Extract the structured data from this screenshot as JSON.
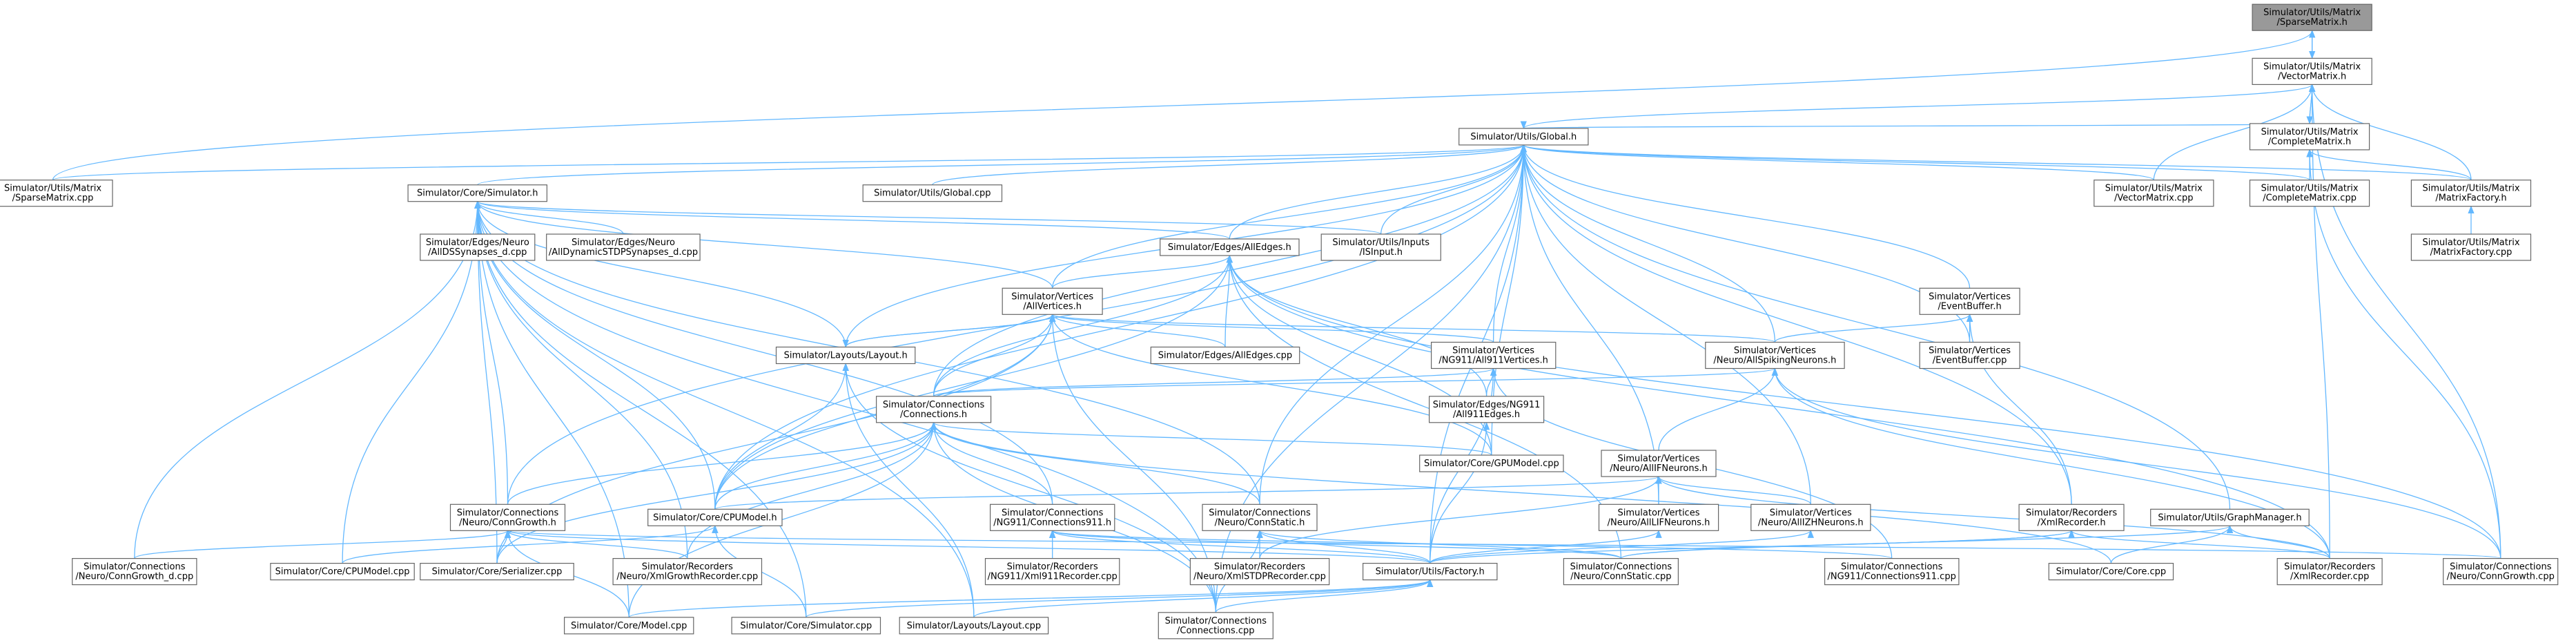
{
  "colors": {
    "edge": "#63b8ff",
    "node_border": "#666666",
    "node_border_incomplete": "#ff0000",
    "node_fill": "#ffffff",
    "focus_fill": "#999999"
  },
  "graph": {
    "nodes": [
      {
        "id": "sparse_h",
        "lines": [
          "Simulator/Utils/Matrix",
          "/SparseMatrix.h"
        ],
        "style": "focus"
      },
      {
        "id": "vector_h",
        "lines": [
          "Simulator/Utils/Matrix",
          "/VectorMatrix.h"
        ],
        "style": "normal"
      },
      {
        "id": "global_h",
        "lines": [
          "Simulator/Utils/Global.h"
        ],
        "style": "normal"
      },
      {
        "id": "sparse_cpp",
        "lines": [
          "Simulator/Utils/Matrix",
          "/SparseMatrix.cpp"
        ],
        "style": "normal"
      },
      {
        "id": "complete_h",
        "lines": [
          "Simulator/Utils/Matrix",
          "/CompleteMatrix.h"
        ],
        "style": "normal"
      },
      {
        "id": "sim_h",
        "lines": [
          "Simulator/Core/Simulator.h"
        ],
        "style": "normal"
      },
      {
        "id": "global_cpp",
        "lines": [
          "Simulator/Utils/Global.cpp"
        ],
        "style": "normal"
      },
      {
        "id": "vector_cpp",
        "lines": [
          "Simulator/Utils/Matrix",
          "/VectorMatrix.cpp"
        ],
        "style": "normal"
      },
      {
        "id": "complete_cpp",
        "lines": [
          "Simulator/Utils/Matrix",
          "/CompleteMatrix.cpp"
        ],
        "style": "normal"
      },
      {
        "id": "mfactory_h",
        "lines": [
          "Simulator/Utils/Matrix",
          "/MatrixFactory.h"
        ],
        "style": "normal"
      },
      {
        "id": "mfactory_cpp",
        "lines": [
          "Simulator/Utils/Matrix",
          "/MatrixFactory.cpp"
        ],
        "style": "normal"
      },
      {
        "id": "allds_cpp",
        "lines": [
          "Simulator/Edges/Neuro",
          "/AllDSSynapses_d.cpp"
        ],
        "style": "normal"
      },
      {
        "id": "alldyn_cpp",
        "lines": [
          "Simulator/Edges/Neuro",
          "/AllDynamicSTDPSynapses_d.cpp"
        ],
        "style": "normal"
      },
      {
        "id": "alledges_h",
        "lines": [
          "Simulator/Edges/AllEdges.h"
        ],
        "style": "incomplete"
      },
      {
        "id": "isinput_h",
        "lines": [
          "Simulator/Utils/Inputs",
          "/ISInput.h"
        ],
        "style": "incomplete"
      },
      {
        "id": "eventbuf_h",
        "lines": [
          "Simulator/Vertices",
          "/EventBuffer.h"
        ],
        "style": "normal"
      },
      {
        "id": "allvert_h",
        "lines": [
          "Simulator/Vertices",
          "/AllVertices.h"
        ],
        "style": "incomplete"
      },
      {
        "id": "layout_h",
        "lines": [
          "Simulator/Layouts/Layout.h"
        ],
        "style": "incomplete"
      },
      {
        "id": "alledges_cpp",
        "lines": [
          "Simulator/Edges/AllEdges.cpp"
        ],
        "style": "normal"
      },
      {
        "id": "all911v_h",
        "lines": [
          "Simulator/Vertices",
          "/NG911/All911Vertices.h"
        ],
        "style": "incomplete"
      },
      {
        "id": "allspike_h",
        "lines": [
          "Simulator/Vertices",
          "/Neuro/AllSpikingNeurons.h"
        ],
        "style": "incomplete"
      },
      {
        "id": "eventbuf_cpp",
        "lines": [
          "Simulator/Vertices",
          "/EventBuffer.cpp"
        ],
        "style": "normal"
      },
      {
        "id": "conn_h",
        "lines": [
          "Simulator/Connections",
          "/Connections.h"
        ],
        "style": "normal"
      },
      {
        "id": "all911e_h",
        "lines": [
          "Simulator/Edges/NG911",
          "/All911Edges.h"
        ],
        "style": "incomplete"
      },
      {
        "id": "alliaf_h",
        "lines": [
          "Simulator/Vertices",
          "/Neuro/AllIFNeurons.h"
        ],
        "style": "incomplete"
      },
      {
        "id": "conngrowth_h",
        "lines": [
          "Simulator/Connections",
          "/Neuro/ConnGrowth.h"
        ],
        "style": "normal"
      },
      {
        "id": "cpumodel_h",
        "lines": [
          "Simulator/Core/CPUModel.h"
        ],
        "style": "incomplete"
      },
      {
        "id": "conn911_h",
        "lines": [
          "Simulator/Connections",
          "/NG911/Connections911.h"
        ],
        "style": "normal"
      },
      {
        "id": "connstatic_h",
        "lines": [
          "Simulator/Connections",
          "/Neuro/ConnStatic.h"
        ],
        "style": "normal"
      },
      {
        "id": "gpumodel_cpp",
        "lines": [
          "Simulator/Core/GPUModel.cpp"
        ],
        "style": "normal"
      },
      {
        "id": "alllif_h",
        "lines": [
          "Simulator/Vertices",
          "/Neuro/AllLIFNeurons.h"
        ],
        "style": "incomplete"
      },
      {
        "id": "allizh_h",
        "lines": [
          "Simulator/Vertices",
          "/Neuro/AllIZHNeurons.h"
        ],
        "style": "incomplete"
      },
      {
        "id": "xmlrec_h",
        "lines": [
          "Simulator/Recorders",
          "/XmlRecorder.h"
        ],
        "style": "incomplete"
      },
      {
        "id": "graphmgr_h",
        "lines": [
          "Simulator/Utils/GraphManager.h"
        ],
        "style": "incomplete"
      },
      {
        "id": "conngrowthd_cpp",
        "lines": [
          "Simulator/Connections",
          "/Neuro/ConnGrowth_d.cpp"
        ],
        "style": "normal"
      },
      {
        "id": "cpumodel_cpp",
        "lines": [
          "Simulator/Core/CPUModel.cpp"
        ],
        "style": "normal"
      },
      {
        "id": "serializer_cpp",
        "lines": [
          "Simulator/Core/Serializer.cpp"
        ],
        "style": "normal"
      },
      {
        "id": "xmlgrowth_cpp",
        "lines": [
          "Simulator/Recorders",
          "/Neuro/XmlGrowthRecorder.cpp"
        ],
        "style": "normal"
      },
      {
        "id": "xml911_cpp",
        "lines": [
          "Simulator/Recorders",
          "/NG911/Xml911Recorder.cpp"
        ],
        "style": "normal"
      },
      {
        "id": "xmlstdp_cpp",
        "lines": [
          "Simulator/Recorders",
          "/Neuro/XmlSTDPRecorder.cpp"
        ],
        "style": "normal"
      },
      {
        "id": "factory_h",
        "lines": [
          "Simulator/Utils/Factory.h"
        ],
        "style": "normal"
      },
      {
        "id": "connstatic_cpp",
        "lines": [
          "Simulator/Connections",
          "/Neuro/ConnStatic.cpp"
        ],
        "style": "normal"
      },
      {
        "id": "conn911_cpp",
        "lines": [
          "Simulator/Connections",
          "/NG911/Connections911.cpp"
        ],
        "style": "normal"
      },
      {
        "id": "core_cpp",
        "lines": [
          "Simulator/Core/Core.cpp"
        ],
        "style": "normal"
      },
      {
        "id": "xmlrec_cpp",
        "lines": [
          "Simulator/Recorders",
          "/XmlRecorder.cpp"
        ],
        "style": "normal"
      },
      {
        "id": "conngrowth_cpp",
        "lines": [
          "Simulator/Connections",
          "/Neuro/ConnGrowth.cpp"
        ],
        "style": "normal"
      },
      {
        "id": "model_cpp",
        "lines": [
          "Simulator/Core/Model.cpp"
        ],
        "style": "normal"
      },
      {
        "id": "sim_cpp",
        "lines": [
          "Simulator/Core/Simulator.cpp"
        ],
        "style": "normal"
      },
      {
        "id": "layout_cpp",
        "lines": [
          "Simulator/Layouts/Layout.cpp"
        ],
        "style": "normal"
      },
      {
        "id": "conn_cpp",
        "lines": [
          "Simulator/Connections",
          "/Connections.cpp"
        ],
        "style": "normal"
      }
    ],
    "edges": [
      [
        "sparse_h",
        "vector_h"
      ],
      [
        "vector_h",
        "sparse_h"
      ],
      [
        "sparse_h",
        "sparse_cpp"
      ],
      [
        "vector_h",
        "global_h"
      ],
      [
        "vector_h",
        "complete_h"
      ],
      [
        "vector_h",
        "vector_cpp"
      ],
      [
        "vector_h",
        "mfactory_h"
      ],
      [
        "vector_h",
        "xmlrec_cpp"
      ],
      [
        "vector_h",
        "conngrowth_cpp"
      ],
      [
        "complete_h",
        "vector_h"
      ],
      [
        "complete_h",
        "complete_cpp"
      ],
      [
        "complete_h",
        "mfactory_h"
      ],
      [
        "complete_h",
        "conngrowth_cpp"
      ],
      [
        "mfactory_h",
        "mfactory_cpp"
      ],
      [
        "global_h",
        "sparse_cpp"
      ],
      [
        "global_h",
        "sim_h"
      ],
      [
        "global_h",
        "global_cpp"
      ],
      [
        "global_h",
        "vector_cpp"
      ],
      [
        "global_h",
        "complete_cpp"
      ],
      [
        "global_h",
        "complete_h"
      ],
      [
        "global_h",
        "mfactory_h"
      ],
      [
        "global_h",
        "alledges_h"
      ],
      [
        "global_h",
        "isinput_h"
      ],
      [
        "global_h",
        "eventbuf_h"
      ],
      [
        "global_h",
        "eventbuf_cpp"
      ],
      [
        "global_h",
        "allvert_h"
      ],
      [
        "global_h",
        "layout_h"
      ],
      [
        "global_h",
        "all911v_h"
      ],
      [
        "global_h",
        "allspike_h"
      ],
      [
        "global_h",
        "conngrowth_h"
      ],
      [
        "global_h",
        "connstatic_h"
      ],
      [
        "global_h",
        "gpumodel_cpp"
      ],
      [
        "global_h",
        "alllif_h"
      ],
      [
        "global_h",
        "allizh_h"
      ],
      [
        "global_h",
        "xmlrec_h"
      ],
      [
        "global_h",
        "graphmgr_h"
      ],
      [
        "global_h",
        "cpumodel_h"
      ],
      [
        "global_h",
        "conn_h"
      ],
      [
        "global_h",
        "factory_h"
      ],
      [
        "global_h",
        "conn_cpp"
      ],
      [
        "sim_h",
        "allds_cpp"
      ],
      [
        "sim_h",
        "alldyn_cpp"
      ],
      [
        "sim_h",
        "alledges_h"
      ],
      [
        "sim_h",
        "isinput_h"
      ],
      [
        "sim_h",
        "allvert_h"
      ],
      [
        "sim_h",
        "layout_h"
      ],
      [
        "sim_h",
        "conngrowth_h"
      ],
      [
        "sim_h",
        "connstatic_h"
      ],
      [
        "sim_h",
        "cpumodel_h"
      ],
      [
        "sim_h",
        "conngrowthd_cpp"
      ],
      [
        "sim_h",
        "cpumodel_cpp"
      ],
      [
        "sim_h",
        "serializer_cpp"
      ],
      [
        "sim_h",
        "xmlgrowth_cpp"
      ],
      [
        "sim_h",
        "model_cpp"
      ],
      [
        "sim_h",
        "sim_cpp"
      ],
      [
        "sim_h",
        "layout_cpp"
      ],
      [
        "sim_h",
        "conn_cpp"
      ],
      [
        "sim_h",
        "conn911_h"
      ],
      [
        "alledges_h",
        "allvert_h"
      ],
      [
        "alledges_h",
        "alledges_cpp"
      ],
      [
        "alledges_h",
        "all911e_h"
      ],
      [
        "alledges_h",
        "conn_h"
      ],
      [
        "alledges_h",
        "cpumodel_h"
      ],
      [
        "alledges_h",
        "gpumodel_cpp"
      ],
      [
        "alledges_h",
        "conngrowth_cpp"
      ],
      [
        "alledges_h",
        "connstatic_cpp"
      ],
      [
        "alledges_h",
        "xmlrec_cpp"
      ],
      [
        "eventbuf_h",
        "eventbuf_cpp"
      ],
      [
        "eventbuf_h",
        "allspike_h"
      ],
      [
        "eventbuf_h",
        "xmlrec_h"
      ],
      [
        "allvert_h",
        "layout_h"
      ],
      [
        "allvert_h",
        "alledges_cpp"
      ],
      [
        "allvert_h",
        "all911v_h"
      ],
      [
        "allvert_h",
        "allspike_h"
      ],
      [
        "allvert_h",
        "conn_h"
      ],
      [
        "allvert_h",
        "cpumodel_h"
      ],
      [
        "allvert_h",
        "gpumodel_cpp"
      ],
      [
        "allvert_h",
        "conn_cpp"
      ],
      [
        "allvert_h",
        "serializer_cpp"
      ],
      [
        "layout_h",
        "allvert_h"
      ],
      [
        "layout_h",
        "cpumodel_h"
      ],
      [
        "layout_h",
        "layout_cpp"
      ],
      [
        "layout_h",
        "conn_cpp"
      ],
      [
        "all911v_h",
        "all911e_h"
      ],
      [
        "all911v_h",
        "conn_h"
      ],
      [
        "all911v_h",
        "conn911_cpp"
      ],
      [
        "all911v_h",
        "factory_h"
      ],
      [
        "allspike_h",
        "conn_h"
      ],
      [
        "allspike_h",
        "alliaf_h"
      ],
      [
        "allspike_h",
        "xmlrec_cpp"
      ],
      [
        "allspike_h",
        "conngrowth_cpp"
      ],
      [
        "all911e_h",
        "factory_h"
      ],
      [
        "alliaf_h",
        "alllif_h"
      ],
      [
        "alliaf_h",
        "allizh_h"
      ],
      [
        "alliaf_h",
        "xmlrec_cpp"
      ],
      [
        "alliaf_h",
        "xmlstdp_cpp"
      ],
      [
        "alliaf_h",
        "cpumodel_h"
      ],
      [
        "conn_h",
        "conngrowth_h"
      ],
      [
        "conn_h",
        "cpumodel_h"
      ],
      [
        "conn_h",
        "conn911_h"
      ],
      [
        "conn_h",
        "connstatic_h"
      ],
      [
        "conn_h",
        "gpumodel_cpp"
      ],
      [
        "conn_h",
        "conn_cpp"
      ],
      [
        "conn_h",
        "serializer_cpp"
      ],
      [
        "conn_h",
        "xmlgrowth_cpp"
      ],
      [
        "conn_h",
        "model_cpp"
      ],
      [
        "conn_h",
        "core_cpp"
      ],
      [
        "conngrowth_h",
        "conngrowthd_cpp"
      ],
      [
        "conngrowth_h",
        "serializer_cpp"
      ],
      [
        "conngrowth_h",
        "xmlgrowth_cpp"
      ],
      [
        "conngrowth_h",
        "factory_h"
      ],
      [
        "conngrowth_h",
        "conngrowth_cpp"
      ],
      [
        "conngrowth_h",
        "model_cpp"
      ],
      [
        "cpumodel_h",
        "cpumodel_cpp"
      ],
      [
        "cpumodel_h",
        "sim_cpp"
      ],
      [
        "conn911_h",
        "xml911_cpp"
      ],
      [
        "conn911_h",
        "factory_h"
      ],
      [
        "conn911_h",
        "conn911_cpp"
      ],
      [
        "conn911_h",
        "connstatic_cpp"
      ],
      [
        "connstatic_h",
        "xmlstdp_cpp"
      ],
      [
        "connstatic_h",
        "factory_h"
      ],
      [
        "connstatic_h",
        "connstatic_cpp"
      ],
      [
        "connstatic_h",
        "conn_cpp"
      ],
      [
        "alllif_h",
        "factory_h"
      ],
      [
        "allizh_h",
        "factory_h"
      ],
      [
        "xmlrec_h",
        "factory_h"
      ],
      [
        "xmlrec_h",
        "xmlrec_cpp"
      ],
      [
        "xmlrec_h",
        "connstatic_cpp"
      ],
      [
        "graphmgr_h",
        "core_cpp"
      ],
      [
        "graphmgr_h",
        "xmlrec_cpp"
      ],
      [
        "graphmgr_h",
        "connstatic_cpp"
      ],
      [
        "factory_h",
        "model_cpp"
      ],
      [
        "factory_h",
        "sim_cpp"
      ],
      [
        "factory_h",
        "layout_cpp"
      ],
      [
        "factory_h",
        "conn_cpp"
      ]
    ]
  }
}
